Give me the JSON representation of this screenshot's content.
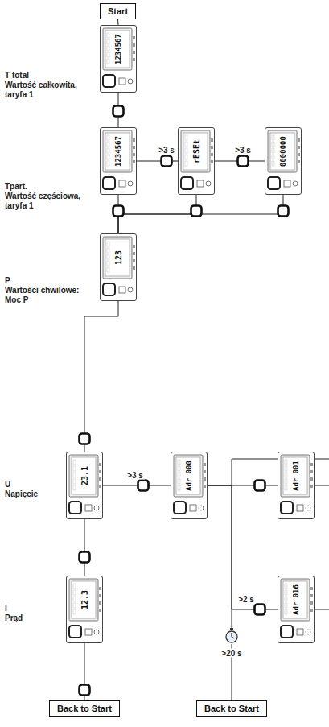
{
  "diagram": {
    "nodes": [
      {
        "text": [
          "Start"
        ]
      },
      {
        "text": [
          "1234567"
        ]
      },
      {
        "text": [
          "1234567"
        ]
      },
      {
        "text": [
          "rESEt"
        ]
      },
      {
        "text": [
          "0000000"
        ]
      },
      {
        "text": [
          "123"
        ]
      },
      {
        "text": [
          "23.1"
        ]
      },
      {
        "text": [
          "Adr 000"
        ]
      },
      {
        "text": [
          "Adr 001"
        ]
      },
      {
        "text": [
          "12.3"
        ]
      },
      {
        "text": [
          "Adr 016"
        ]
      },
      {
        "text": [
          "Back to Start"
        ]
      },
      {
        "text": [
          "Back to Start"
        ]
      }
    ],
    "edges": [
      {
        "from": 0,
        "to": 1,
        "arrow": "none"
      },
      {
        "from": 1,
        "to": 2,
        "arrow": "none"
      },
      {
        "from": 2,
        "to": 3,
        "label": ">3 s",
        "arrow": "none"
      },
      {
        "from": 3,
        "to": 4,
        "label": ">3 s",
        "arrow": "none"
      },
      {
        "from": 2,
        "to": 5,
        "arrow": "none"
      },
      {
        "from": 3,
        "to": 5,
        "arrow": "none"
      },
      {
        "from": 4,
        "to": 5,
        "arrow": "none"
      },
      {
        "from": 5,
        "to": 6,
        "arrow": "none"
      },
      {
        "from": 6,
        "to": 7,
        "label": ">3 s",
        "arrow": "none"
      },
      {
        "from": 7,
        "to": 8,
        "arrow": "none"
      },
      {
        "from": 7,
        "to": 10,
        "label": ">2 s",
        "arrow": "none"
      },
      {
        "from": 7,
        "to": 12,
        "label": ">20 s",
        "arrow": "none"
      },
      {
        "from": 6,
        "to": 9,
        "arrow": "none"
      },
      {
        "from": 9,
        "to": 11,
        "arrow": "none"
      }
    ],
    "labels": [
      "T total",
      "Wartość całkowita, taryfa 1",
      "Tpart.",
      "Wartość częściowa, taryfa 1",
      "P",
      "Wartości chwilowe: Moc P",
      "U",
      "Napięcie",
      "I",
      "Prąd"
    ]
  }
}
